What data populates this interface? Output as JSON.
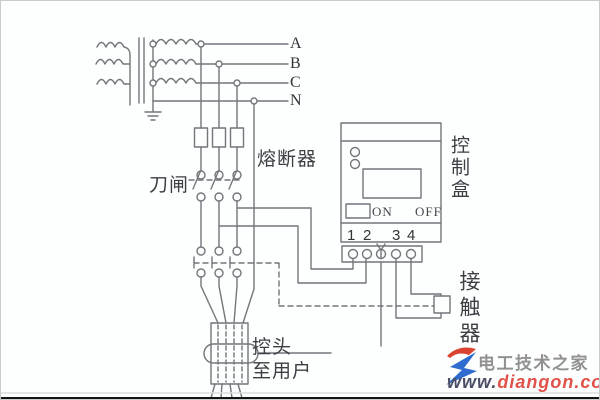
{
  "diagram": {
    "phase_labels": [
      "A",
      "B",
      "C",
      "N"
    ],
    "labels": {
      "fuse": "熔断器",
      "knife_switch": "刀闸",
      "control_box": "控制盒",
      "contactor": "接触器",
      "probe": "控头",
      "to_users": "至用户"
    },
    "control_box": {
      "terminals": [
        "1",
        "2",
        "3",
        "4"
      ],
      "on": "ON",
      "off": "OFF"
    },
    "icons": {
      "ground": "ground-icon",
      "probe_fork": "probe-fork-icon",
      "cable_bundle": "cable-bundle",
      "probe_collar": "probe-collar-oval"
    }
  },
  "watermark": {
    "site_name": "电工技术之家",
    "url_prefix": "www.",
    "url_domain": "diangon.com"
  },
  "colors": {
    "line": "#71777b",
    "text": "#3a3f43",
    "background": "#fdfefe",
    "watermark_name": "#919191",
    "watermark_url": "#e0524a",
    "logo_blue": "#2f6cd0",
    "logo_red": "#d9432f",
    "bottom_bar": "#141414"
  }
}
